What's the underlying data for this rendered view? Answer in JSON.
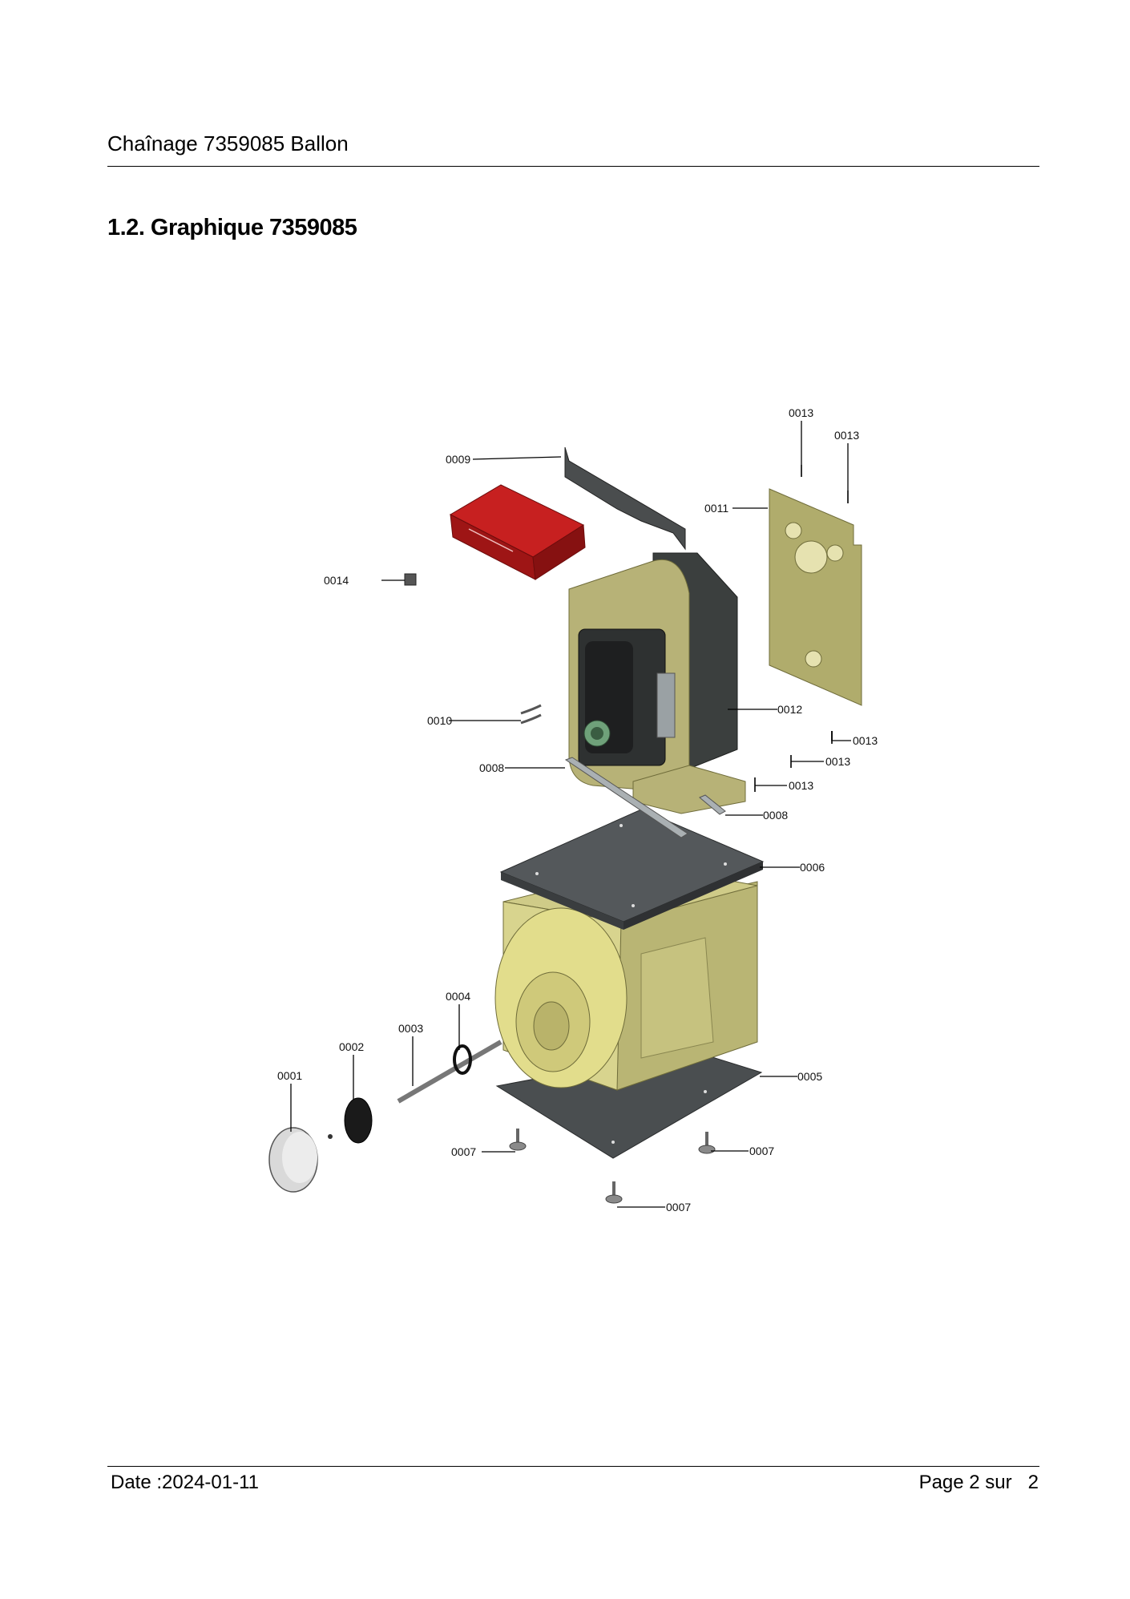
{
  "header": {
    "title": "Chaînage 7359085 Ballon"
  },
  "section": {
    "title": "1.2. Graphique 7359085"
  },
  "diagram": {
    "callouts": {
      "c0001": "0001",
      "c0002": "0002",
      "c0003": "0003",
      "c0004": "0004",
      "c0005": "0005",
      "c0006": "0006",
      "c0007a": "0007",
      "c0007b": "0007",
      "c0007c": "0007",
      "c0008a": "0008",
      "c0008b": "0008",
      "c0009": "0009",
      "c0010": "0010",
      "c0011": "0011",
      "c0012": "0012",
      "c0013a": "0013",
      "c0013b": "0013",
      "c0013c": "0013",
      "c0013d": "0013",
      "c0013e": "0013",
      "c0014": "0014"
    }
  },
  "footer": {
    "date": "Date :2024-01-11",
    "page": "Page 2 sur   2"
  }
}
